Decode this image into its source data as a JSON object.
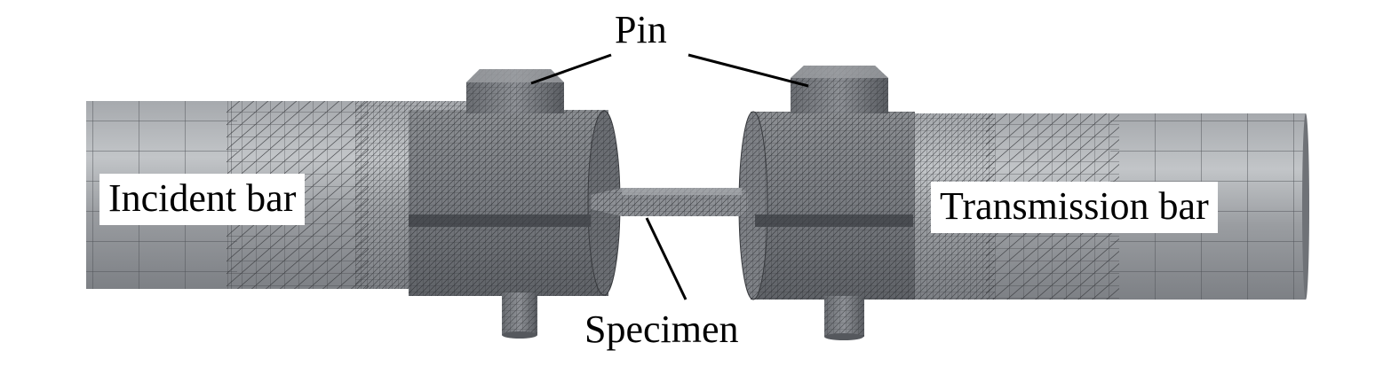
{
  "labels": {
    "pin": "Pin",
    "incident_bar": "Incident bar",
    "transmission_bar": "Transmission bar",
    "specimen": "Specimen"
  },
  "colors": {
    "mesh_fill": "#8a8d92",
    "mesh_dark": "#5c5f64",
    "mesh_light": "#b2b5b9",
    "mesh_line": "#3a3c40",
    "leader": "#000000"
  }
}
